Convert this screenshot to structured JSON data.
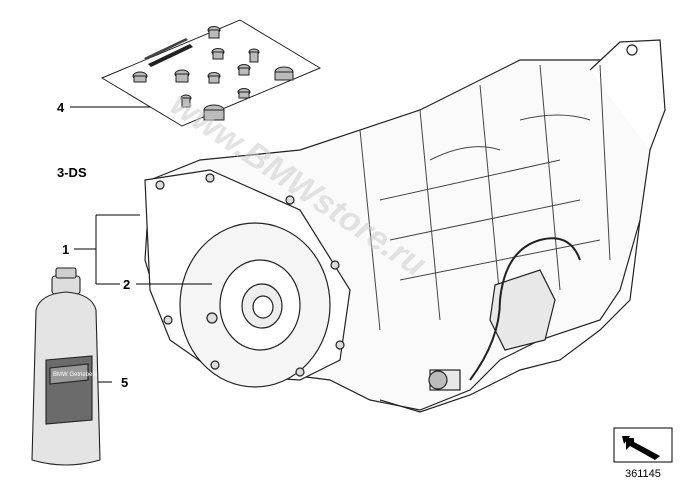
{
  "callouts": [
    {
      "id": "4",
      "text": "4"
    },
    {
      "id": "3ds",
      "text": "3-DS"
    },
    {
      "id": "1",
      "text": "1"
    },
    {
      "id": "2",
      "text": "2"
    },
    {
      "id": "5",
      "text": "5"
    }
  ],
  "watermark": "www.BMWstore.ru",
  "bottle_label": "BMW Getriebeöl",
  "reference_number": "361145",
  "icon": "diagonal-arrow-icon"
}
